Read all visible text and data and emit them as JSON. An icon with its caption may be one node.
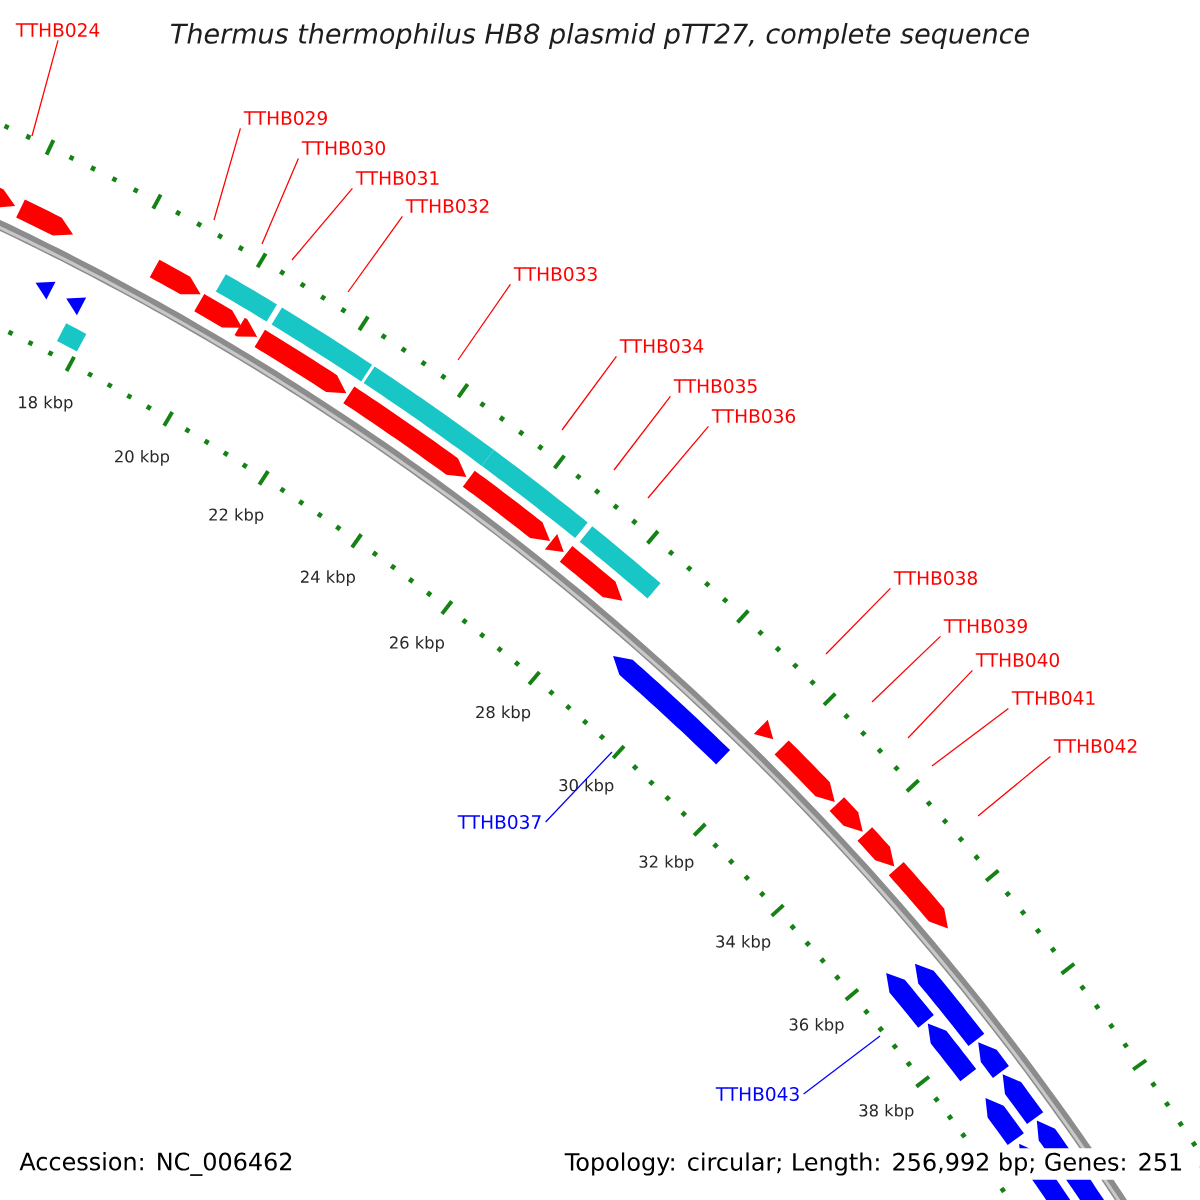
{
  "diagram": {
    "title": "Thermus thermophilus HB8 plasmid pTT27, complete sequence",
    "nodes": [
      {
        "text": [
          "TTHB024"
        ]
      },
      {
        "text": [
          "TTHB029"
        ]
      },
      {
        "text": [
          "TTHB030"
        ]
      },
      {
        "text": [
          "TTHB031"
        ]
      },
      {
        "text": [
          "TTHB032"
        ]
      },
      {
        "text": [
          "TTHB033"
        ]
      },
      {
        "text": [
          "TTHB034"
        ]
      },
      {
        "text": [
          "TTHB035"
        ]
      },
      {
        "text": [
          "TTHB036"
        ]
      },
      {
        "text": [
          "TTHB038"
        ]
      },
      {
        "text": [
          "TTHB039"
        ]
      },
      {
        "text": [
          "TTHB040"
        ]
      },
      {
        "text": [
          "TTHB041"
        ]
      },
      {
        "text": [
          "TTHB042"
        ]
      },
      {
        "text": [
          "TTHB037"
        ]
      },
      {
        "text": [
          "TTHB043"
        ]
      }
    ],
    "edges": [
      {
        "from": 0,
        "to": null,
        "arrow": "none"
      },
      {
        "from": 1,
        "to": null,
        "arrow": "none"
      },
      {
        "from": 2,
        "to": null,
        "arrow": "none"
      },
      {
        "from": 3,
        "to": null,
        "arrow": "none"
      },
      {
        "from": 4,
        "to": null,
        "arrow": "none"
      },
      {
        "from": 5,
        "to": null,
        "arrow": "none"
      },
      {
        "from": 6,
        "to": null,
        "arrow": "none"
      },
      {
        "from": 7,
        "to": null,
        "arrow": "none"
      },
      {
        "from": 8,
        "to": null,
        "arrow": "none"
      },
      {
        "from": 9,
        "to": null,
        "arrow": "none"
      },
      {
        "from": 10,
        "to": null,
        "arrow": "none"
      },
      {
        "from": 11,
        "to": null,
        "arrow": "none"
      },
      {
        "from": 12,
        "to": null,
        "arrow": "none"
      },
      {
        "from": 13,
        "to": null,
        "arrow": "none"
      },
      {
        "from": 14,
        "to": null,
        "arrow": "none",
        "color": "#0000ff"
      },
      {
        "from": 15,
        "to": null,
        "arrow": "none",
        "color": "#0000ff"
      }
    ],
    "labels": [
      "18 kbp",
      "20 kbp",
      "22 kbp",
      "24 kbp",
      "26 kbp",
      "28 kbp",
      "30 kbp",
      "32 kbp",
      "34 kbp",
      "36 kbp",
      "38 kbp",
      "Accession: NC_006462",
      "Topology: circular; Length: 256,992 bp; Genes: 251"
    ]
  }
}
